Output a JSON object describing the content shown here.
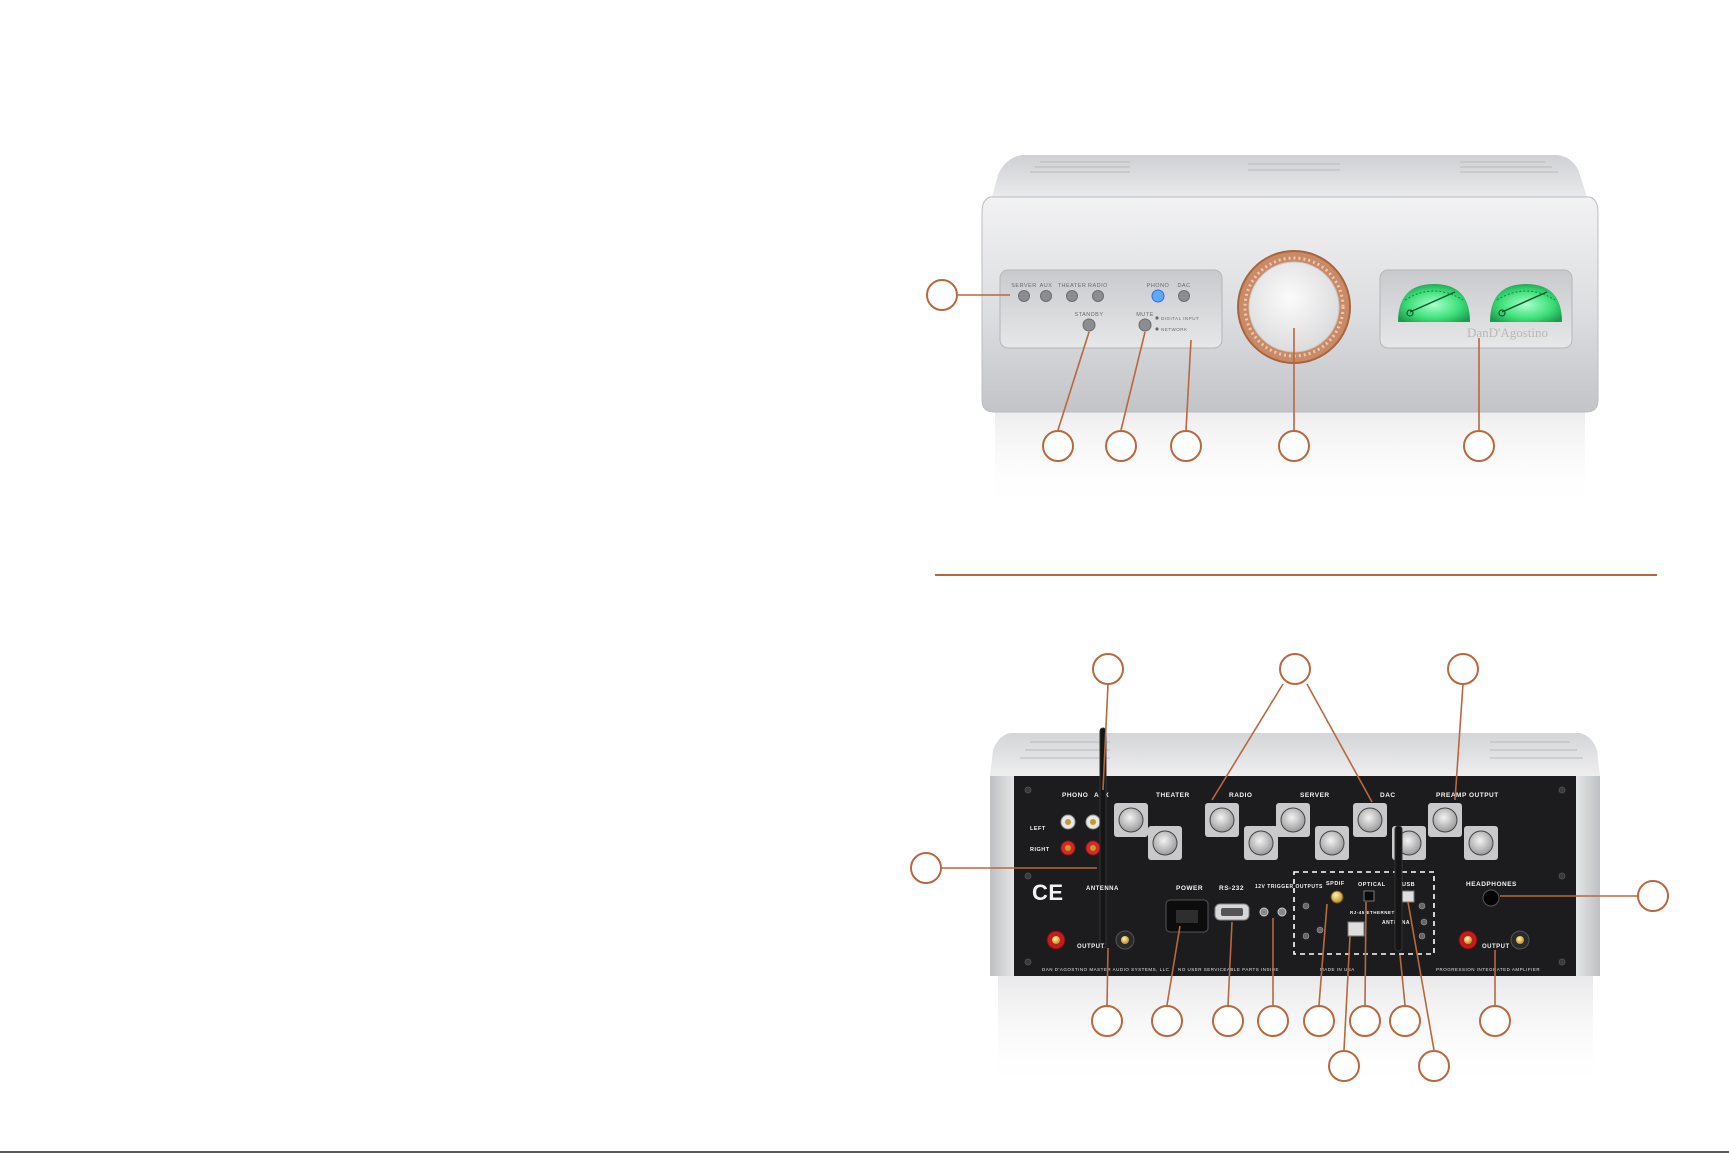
{
  "colors": {
    "accent": "#b8683e",
    "meter_green": "#3ee07a",
    "chassis_silver": "#d9dadd",
    "rear_panel": "#1c1c1e"
  },
  "front": {
    "source_labels": [
      "SERVER",
      "AUX",
      "THEATER",
      "RADIO",
      "PHONO",
      "DAC"
    ],
    "standby_label": "STANDBY",
    "mute_label": "MUTE",
    "indicator_labels": [
      "DIGITAL INPUT",
      "NETWORK"
    ],
    "brand_logo": "DanD'Agostino",
    "selected_source_index": 4
  },
  "rear": {
    "group_labels": {
      "phono": "PHONO",
      "aux": "AUX",
      "theater": "THEATER",
      "radio": "RADIO",
      "server": "SERVER",
      "dac": "DAC",
      "preamp_output": "PREAMP OUTPUT",
      "left": "LEFT",
      "right": "RIGHT",
      "antenna": "ANTENNA",
      "power": "POWER",
      "rs232": "RS-232",
      "trigger": "12V TRIGGER OUTPUTS",
      "spdif": "SPDIF",
      "optical": "OPTICAL",
      "usb": "USB",
      "rj45": "RJ-45 ETHERNET",
      "antenna2": "ANTENNA",
      "headphones": "HEADPHONES",
      "output_left": "OUTPUT",
      "output_right": "OUTPUT"
    },
    "footer_texts": [
      "DAN D'AGOSTINO MASTER AUDIO SYSTEMS, LLC",
      "NO USER SERVICEABLE PARTS INSIDE",
      "MADE IN USA",
      "PROGRESSION INTEGRATED AMPLIFIER"
    ],
    "ce_mark": "CE"
  }
}
